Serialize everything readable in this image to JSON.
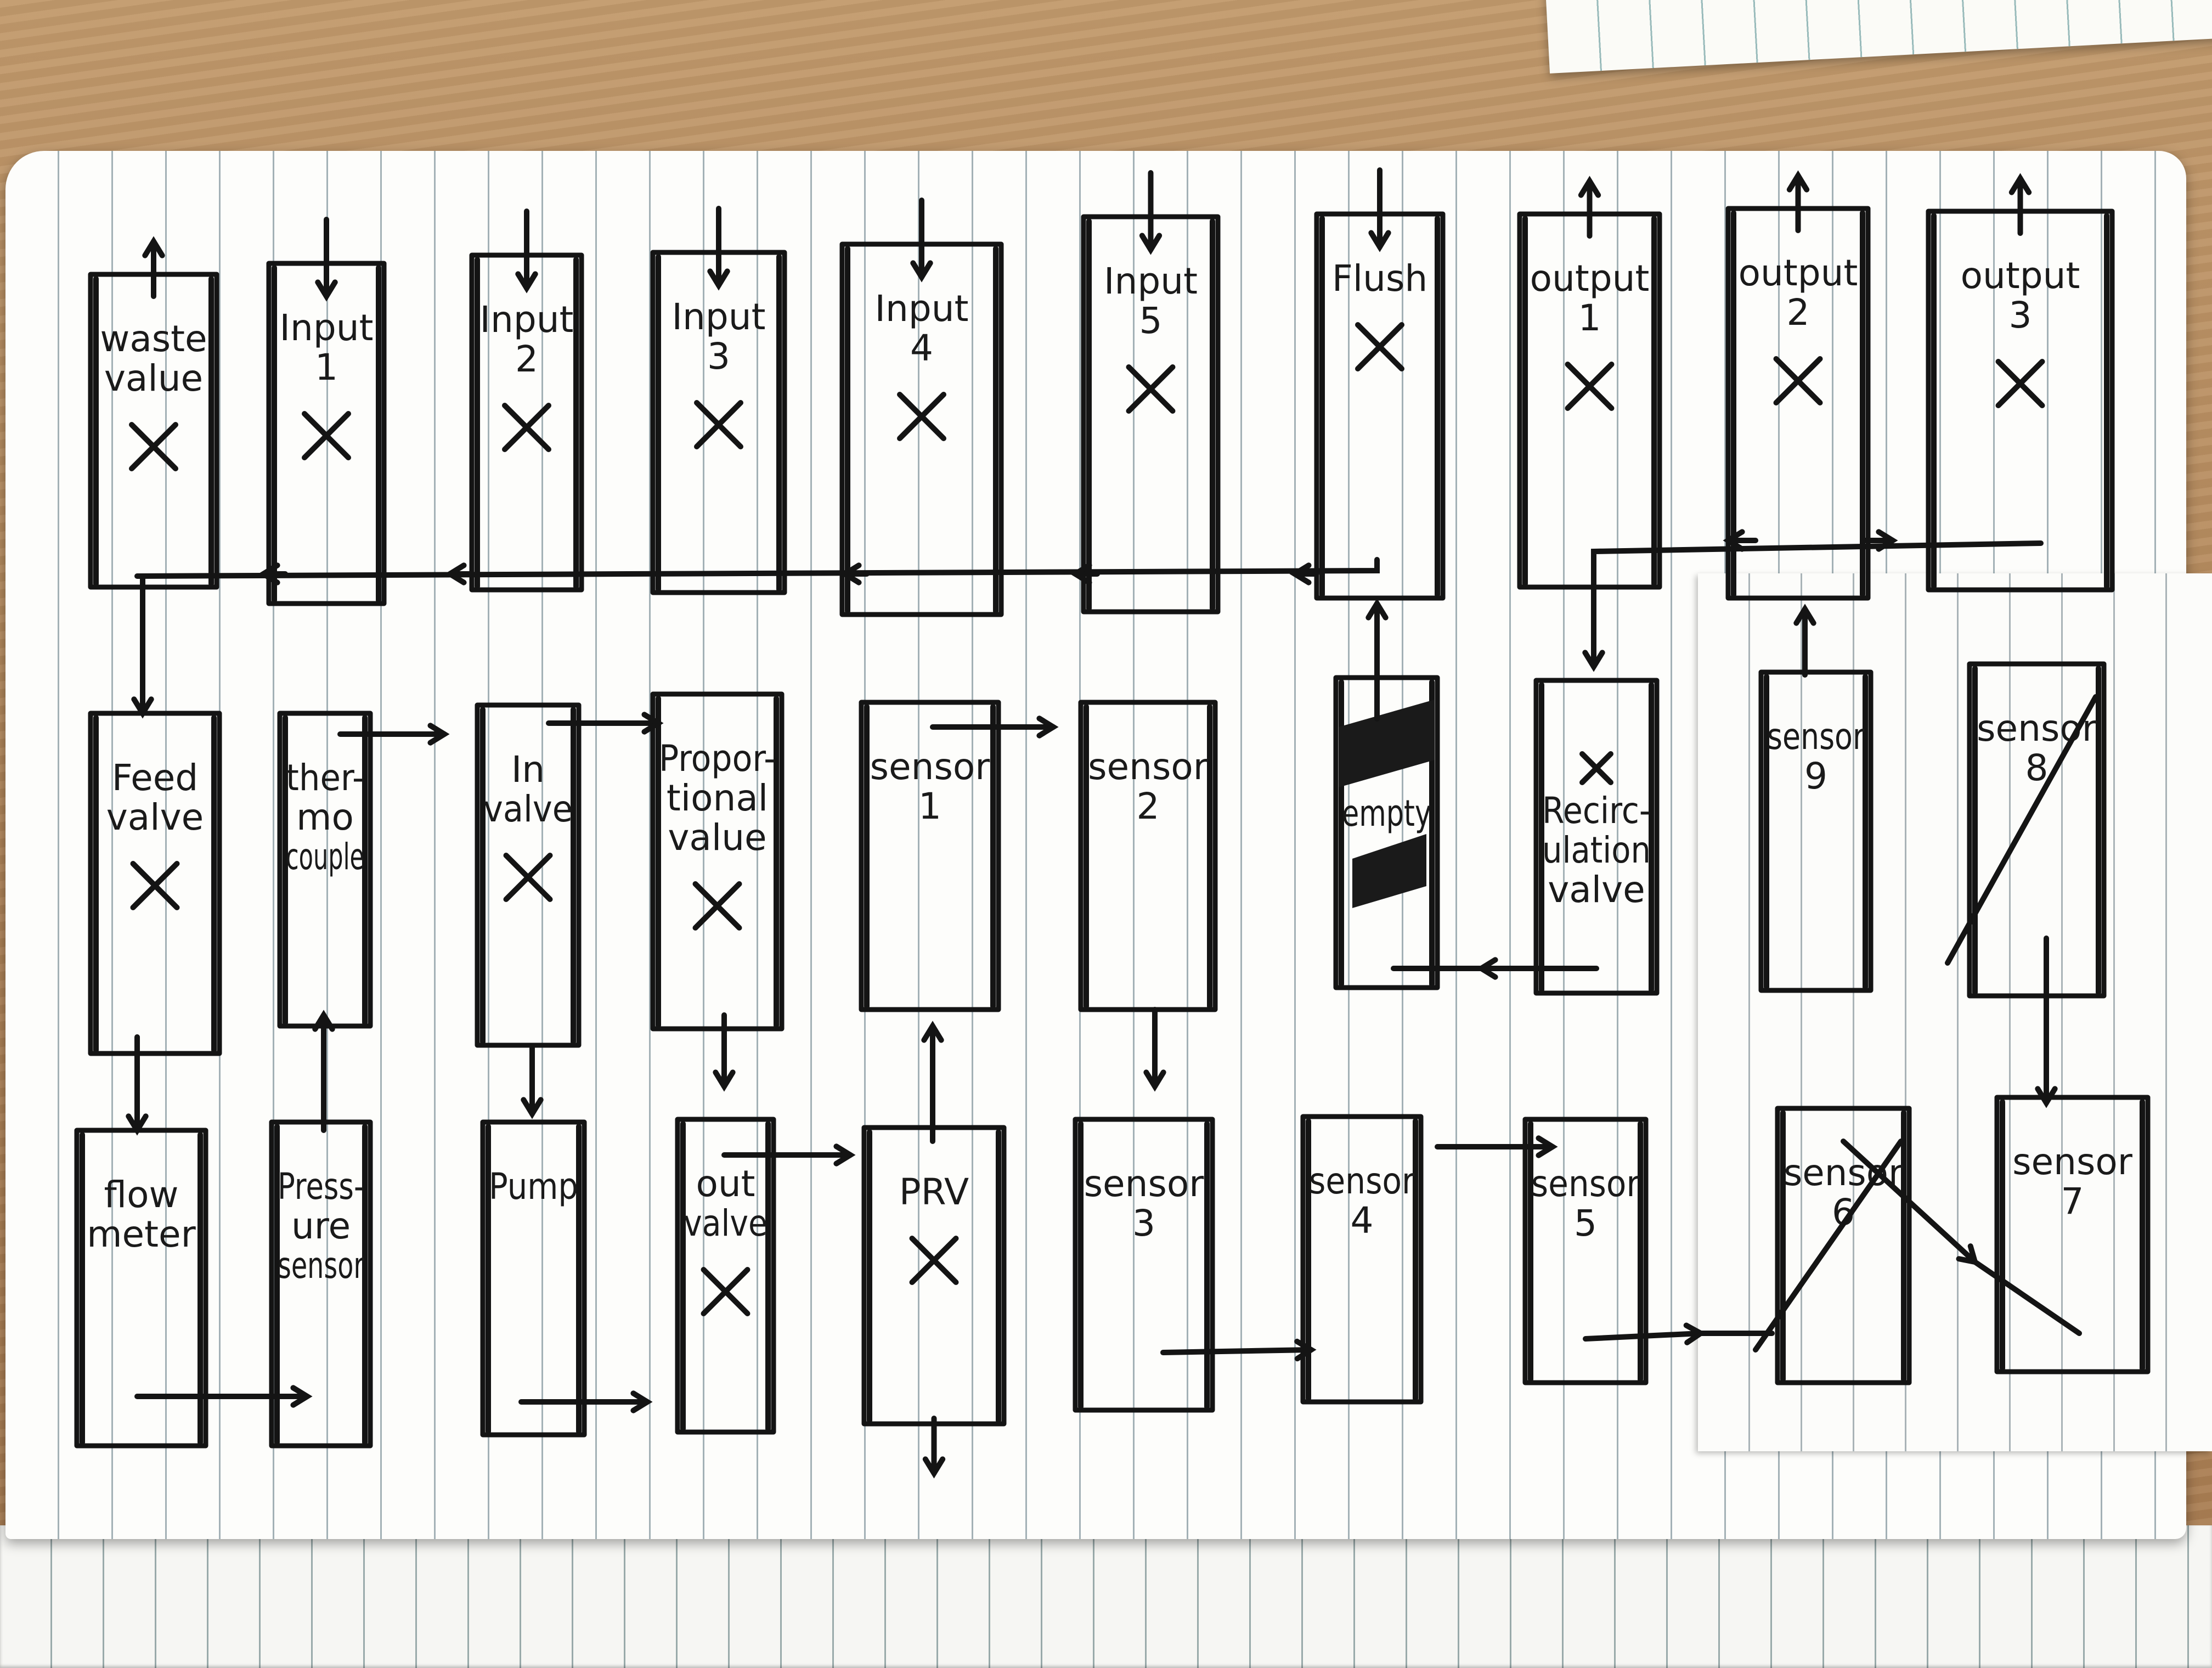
{
  "rows": [
    [
      {
        "id": "waste-valve",
        "lines": [
          "waste",
          "value"
        ],
        "marked": true,
        "port": "up"
      },
      {
        "id": "input-1",
        "lines": [
          "Input",
          "1"
        ],
        "marked": true,
        "port": "down"
      },
      {
        "id": "input-2",
        "lines": [
          "Input",
          "2"
        ],
        "marked": true,
        "port": "down"
      },
      {
        "id": "input-3",
        "lines": [
          "Input",
          "3"
        ],
        "marked": true,
        "port": "down"
      },
      {
        "id": "input-4",
        "lines": [
          "Input",
          "4"
        ],
        "marked": true,
        "port": "down"
      },
      {
        "id": "input-5",
        "lines": [
          "Input",
          "5"
        ],
        "marked": true,
        "port": "down"
      },
      {
        "id": "flush",
        "lines": [
          "Flush"
        ],
        "marked": true,
        "port": "down"
      },
      {
        "id": "output-1",
        "lines": [
          "output",
          "1"
        ],
        "marked": true,
        "port": "up"
      },
      {
        "id": "output-2",
        "lines": [
          "output",
          "2"
        ],
        "marked": true,
        "port": "up"
      },
      {
        "id": "output-3",
        "lines": [
          "output",
          "3"
        ],
        "marked": true,
        "port": "up"
      }
    ],
    [
      {
        "id": "feed-valve",
        "lines": [
          "Feed",
          "valve"
        ],
        "marked": true
      },
      {
        "id": "thermocouple",
        "lines": [
          "ther-",
          "mo",
          "couple"
        ],
        "marked": false
      },
      {
        "id": "in-valve",
        "lines": [
          "In",
          "valve"
        ],
        "marked": true
      },
      {
        "id": "proportional-valve",
        "lines": [
          "Propor-",
          "tional",
          "value"
        ],
        "marked": true
      },
      {
        "id": "sensor-1",
        "lines": [
          "sensor",
          "1"
        ],
        "marked": false
      },
      {
        "id": "sensor-2",
        "lines": [
          "sensor",
          "2"
        ],
        "marked": false
      },
      {
        "id": "empty",
        "lines": [
          "empty"
        ],
        "marked": false,
        "hatched": true
      },
      {
        "id": "recirculation-valve",
        "lines": [
          "Recirc-",
          "ulation",
          "valve"
        ],
        "marked": true,
        "mark_top": true
      },
      {
        "id": "sensor-9",
        "lines": [
          "sensor",
          "9"
        ],
        "marked": false
      },
      {
        "id": "sensor-8",
        "lines": [
          "sensor",
          "8"
        ],
        "marked": false,
        "struck": true
      }
    ],
    [
      {
        "id": "flow-meter",
        "lines": [
          "flow",
          "meter"
        ],
        "marked": false
      },
      {
        "id": "pressure-sensor",
        "lines": [
          "Press-",
          "ure",
          "sensor"
        ],
        "marked": false
      },
      {
        "id": "pump",
        "lines": [
          "Pump"
        ],
        "marked": false
      },
      {
        "id": "out-valve",
        "lines": [
          "out",
          "valve"
        ],
        "marked": true
      },
      {
        "id": "prv",
        "lines": [
          "PRV"
        ],
        "marked": true,
        "port": "down-bottom"
      },
      {
        "id": "sensor-3",
        "lines": [
          "sensor",
          "3"
        ],
        "marked": false
      },
      {
        "id": "sensor-4",
        "lines": [
          "sensor",
          "4"
        ],
        "marked": false
      },
      {
        "id": "sensor-5",
        "lines": [
          "sensor",
          "5"
        ],
        "marked": false
      },
      {
        "id": "sensor-6",
        "lines": [
          "sensor",
          "6"
        ],
        "marked": false,
        "struck": true
      },
      {
        "id": "sensor-7",
        "lines": [
          "sensor",
          "7"
        ],
        "marked": false
      }
    ]
  ]
}
